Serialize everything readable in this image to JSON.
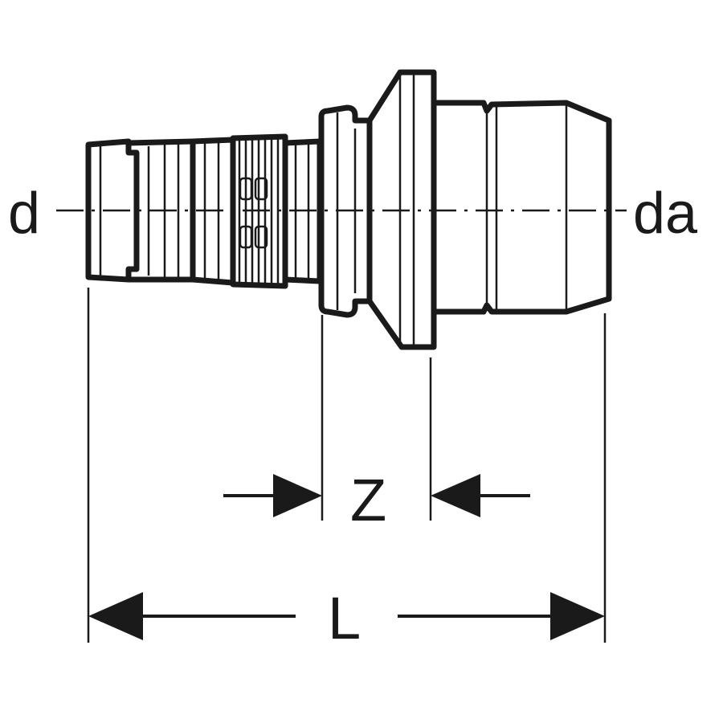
{
  "labels": {
    "pipe_diameter": "d",
    "outer_diameter": "da",
    "insertion_depth": "Z",
    "total_length": "L"
  },
  "colors": {
    "line": "#1a1a1a",
    "background": "#ffffff"
  }
}
